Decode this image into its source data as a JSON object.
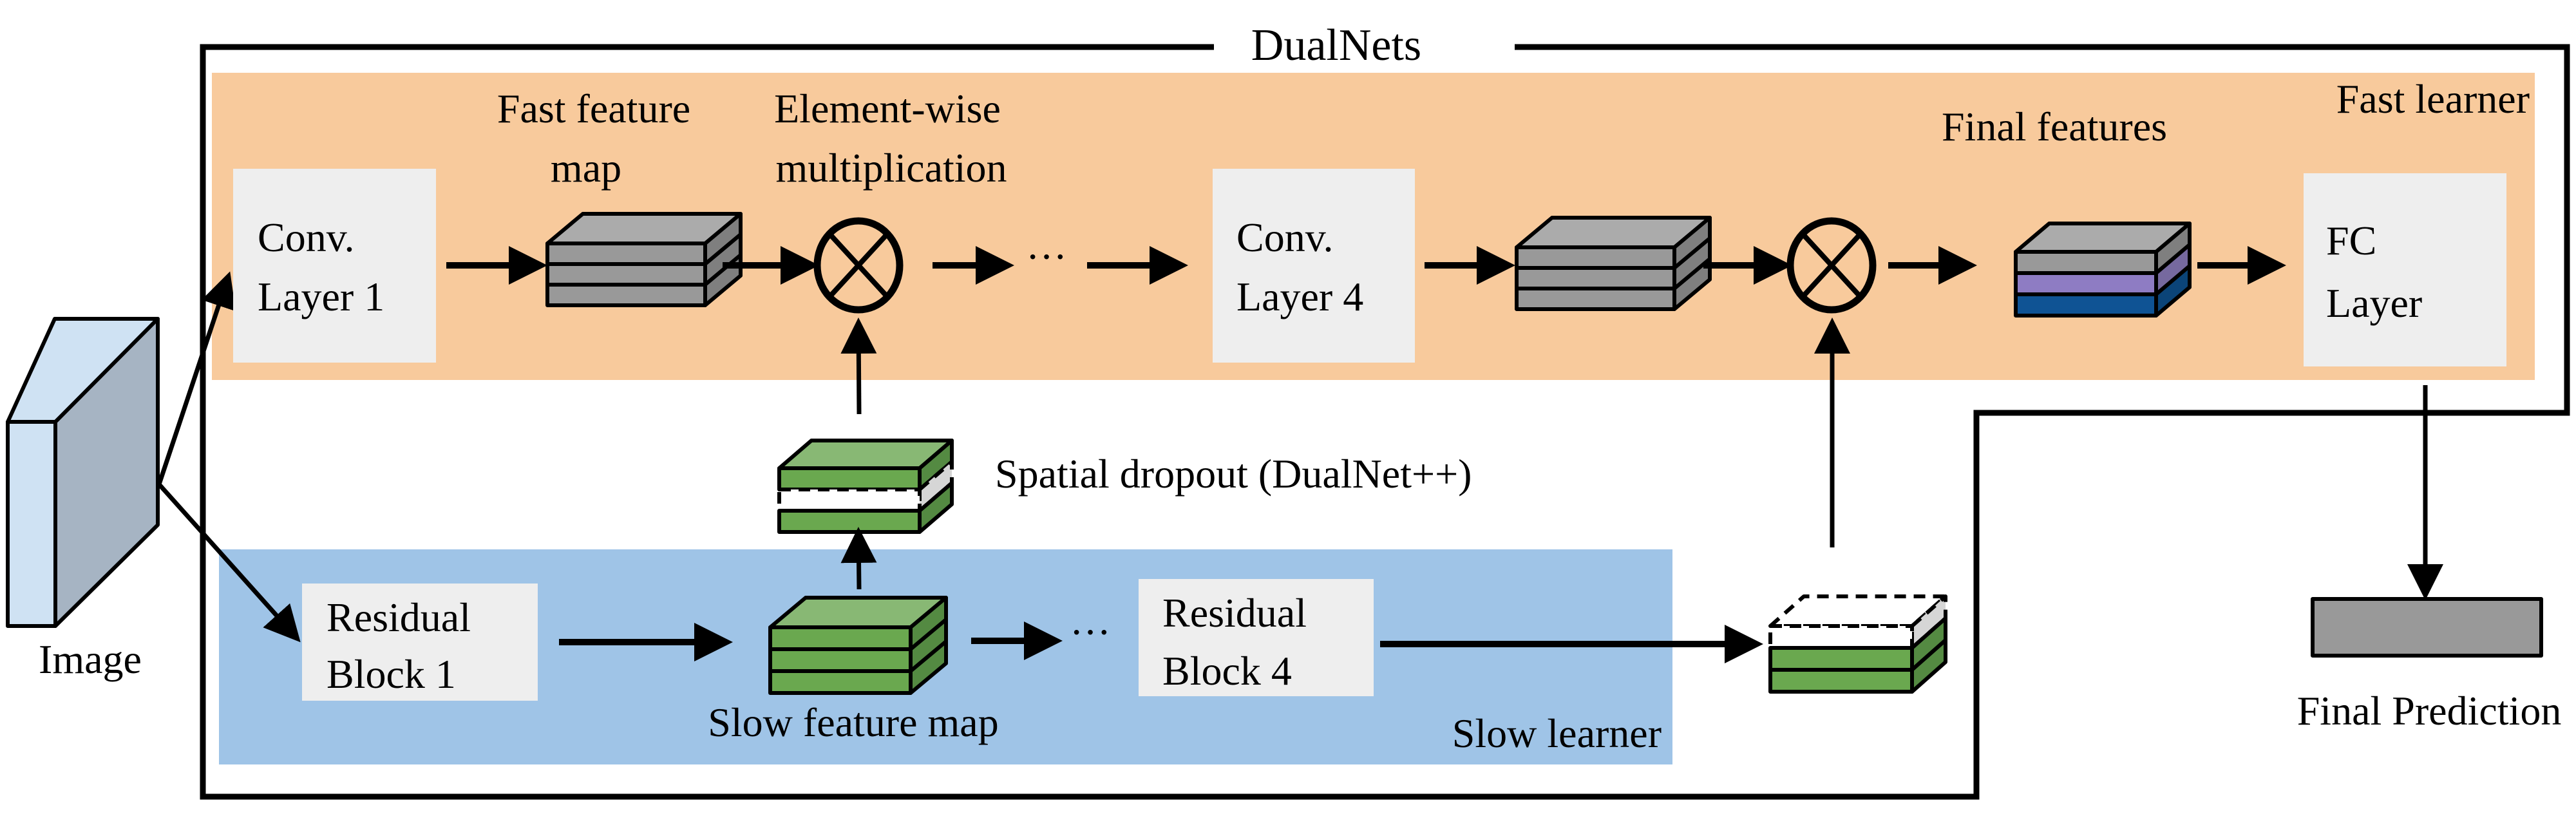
{
  "title": "DualNets",
  "colors": {
    "fast_learner_bg": "#f8ca9c",
    "slow_learner_bg": "#9fc4e7",
    "block_bg": "#eeeeee",
    "gray_front": "#999999",
    "gray_top": "#ababab",
    "gray_side": "#7f7f7f",
    "green_front": "#6aa84f",
    "green_top": "#88b874",
    "green_side": "#548a42",
    "purple_front": "#8e7cc3",
    "purple_side": "#76699f",
    "blue_front": "#0f5394",
    "blue_side": "#0b4478",
    "image_front": "#cfe2f3",
    "image_side": "#a6b4c3",
    "dropout_side": "#d6d6d6",
    "prediction_box": "#999999"
  },
  "input": {
    "label": "Image"
  },
  "fast_learner": {
    "label": "Fast learner",
    "blocks": [
      {
        "line1": "Conv.",
        "line2": "Layer 1"
      },
      {
        "line1": "Conv.",
        "line2": "Layer 4"
      },
      {
        "line1": "FC",
        "line2": "Layer"
      }
    ],
    "fast_feature_map_label": [
      "Fast feature",
      "map"
    ],
    "multiplication_label": [
      "Element-wise",
      "multiplication"
    ],
    "final_features_label": "Final features",
    "ellipsis": "···",
    "operator_icon": "circled-times"
  },
  "slow_learner": {
    "label": "Slow learner",
    "blocks": [
      {
        "line1": "Residual",
        "line2": "Block 1"
      },
      {
        "line1": "Residual",
        "line2": "Block 4"
      }
    ],
    "slow_feature_map_label": "Slow feature map",
    "ellipsis": "···"
  },
  "spatial_dropout_label": "Spatial dropout (DualNet++)",
  "output": {
    "label": "Final Prediction"
  }
}
